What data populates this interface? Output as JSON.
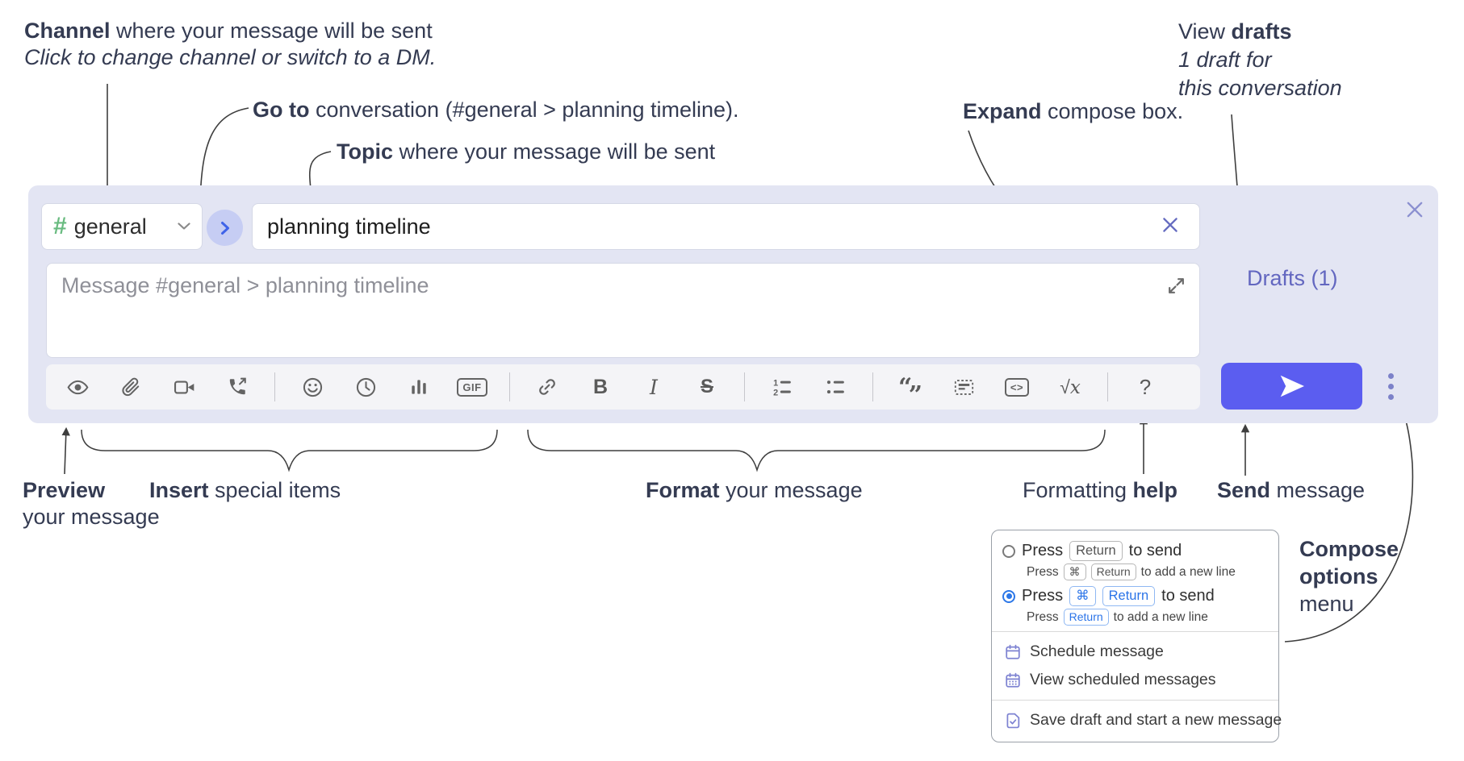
{
  "annotations": {
    "channel": {
      "bold": "Channel",
      "rest": " where your message will be sent",
      "sub": "Click to change channel or switch to a DM."
    },
    "goto": {
      "bold": "Go to",
      "rest": " conversation (#general > planning timeline)."
    },
    "topic": {
      "bold": "Topic",
      "rest": " where your message will be sent"
    },
    "expand": {
      "bold": "Expand",
      "rest": " compose box."
    },
    "drafts": {
      "line1_pre": "View ",
      "line1_bold": "drafts",
      "line2": "1 draft for",
      "line3": "this conversation"
    },
    "preview": {
      "bold": "Preview",
      "line2": "your message"
    },
    "insert": {
      "bold": "Insert",
      "rest": " special items"
    },
    "format": {
      "bold": "Format",
      "rest": " your message"
    },
    "help": {
      "pre": "Formatting ",
      "bold": "help"
    },
    "send": {
      "bold": "Send",
      "rest": " message"
    },
    "compose_options": {
      "line1": "Compose",
      "line2": "options",
      "line3": "menu"
    }
  },
  "compose": {
    "channel_selector": {
      "hash": "#",
      "label": "general"
    },
    "topic_input": {
      "value": "planning timeline"
    },
    "message_input": {
      "placeholder": "Message #general > planning timeline"
    },
    "drafts_link": {
      "label": "Drafts (1)"
    },
    "toolbar": {
      "gif_label": "GIF",
      "bold_label": "B",
      "italic_label": "I",
      "strike_label": "S",
      "code_label": "<>",
      "math_sqrt": "√",
      "math_x": "x",
      "help_label": "?",
      "quote_open": "“",
      "quote_close": "”"
    }
  },
  "popup": {
    "option1": {
      "pre": "Press",
      "key": "Return",
      "post": "to send",
      "sub": {
        "pre": "Press",
        "key1": "⌘",
        "key2": "Return",
        "post": "to add a new line"
      }
    },
    "option2": {
      "pre": "Press",
      "key1": "⌘",
      "key2": "Return",
      "post": "to send",
      "sub": {
        "pre": "Press",
        "key1": "Return",
        "post": "to add a new line"
      }
    },
    "items": [
      "Schedule message",
      "View scheduled messages",
      "Save draft and start a new message"
    ]
  },
  "colors": {
    "compose_bg": "#e3e5f3",
    "send_button": "#5b5df0",
    "drafts_link": "#6367c0",
    "hash_green": "#69bb80",
    "goto_circle_bg": "#c6cdf3",
    "goto_chevron": "#3f63e8",
    "radio_blue": "#2b77e8",
    "icon_gray": "#636363",
    "purple_icon": "#7e83d2",
    "annotation_text": "#343b52",
    "close_x": "#8b90d0"
  }
}
